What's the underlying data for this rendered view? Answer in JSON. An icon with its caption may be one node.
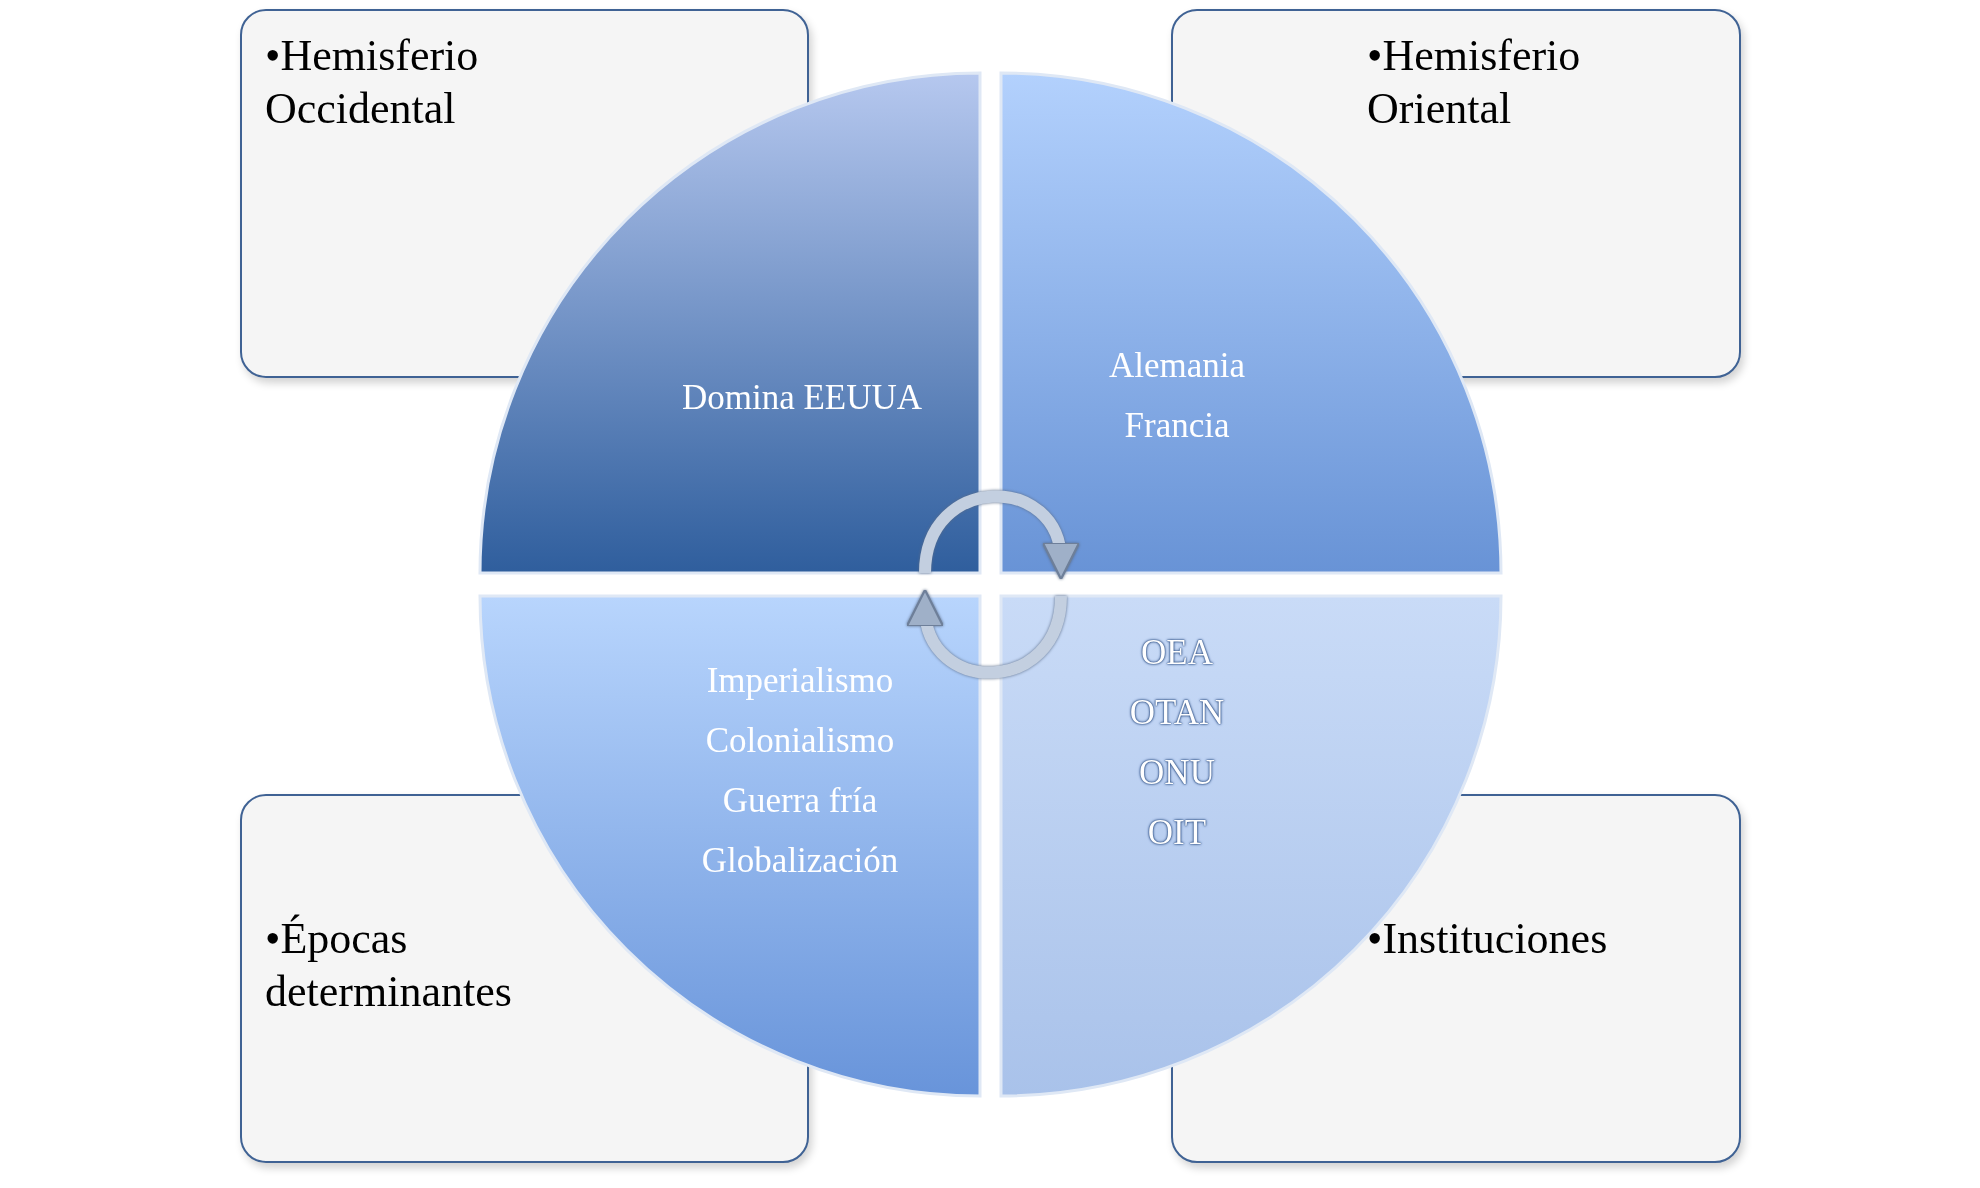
{
  "diagram": {
    "nodes": [
      {
        "text": [
          "•Hemisferio Occidental"
        ]
      },
      {
        "text": [
          "•Hemisferio Oriental"
        ]
      },
      {
        "text": [
          "•Épocas determinantes"
        ]
      },
      {
        "text": [
          "•Instituciones"
        ]
      },
      {
        "text": [
          "Domina EEUUA"
        ]
      },
      {
        "text": [
          "Alemania",
          "Francia"
        ]
      },
      {
        "text": [
          "Imperialismo",
          "Colonialismo",
          "Guerra fría",
          "Globalización"
        ]
      },
      {
        "text": [
          "OEA",
          "OTAN",
          "ONU",
          "OIT"
        ]
      }
    ],
    "edges": [
      {
        "from": 4,
        "to": 5,
        "arrow": "to"
      },
      {
        "from": 7,
        "to": 6,
        "arrow": "to"
      }
    ]
  }
}
